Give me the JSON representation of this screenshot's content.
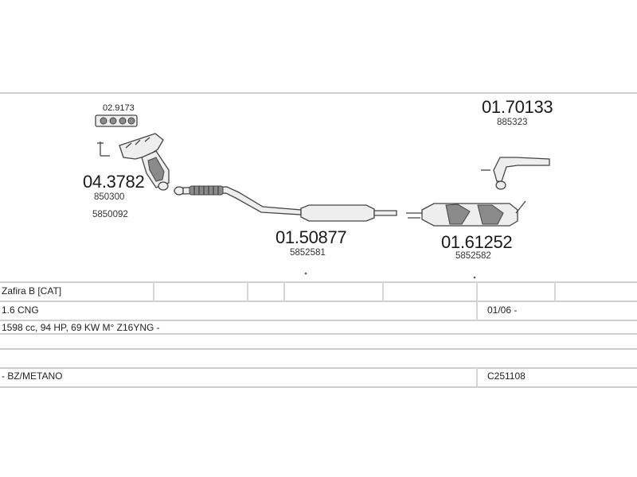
{
  "parts": {
    "gasket_set": {
      "number": "02.9173"
    },
    "manifold_cat": {
      "number": "04.3782",
      "oem_1": "850300",
      "oem_2": "5850092"
    },
    "front_pipe": {
      "number": "01.50877",
      "oem": "5852581"
    },
    "rear_silencer": {
      "number": "01.61252",
      "oem": "5852582"
    },
    "tail_pipe": {
      "number": "01.70133",
      "oem": "885323"
    }
  },
  "info_table": {
    "model": "Zafira B  [CAT]",
    "engine": "1.6 CNG",
    "date_range": "01/06 -",
    "specs": "1598 cc, 94 HP, 69 KW  M° Z16YNG -",
    "fuel": "- BZ/METANO",
    "catalog_code": "C251108"
  }
}
